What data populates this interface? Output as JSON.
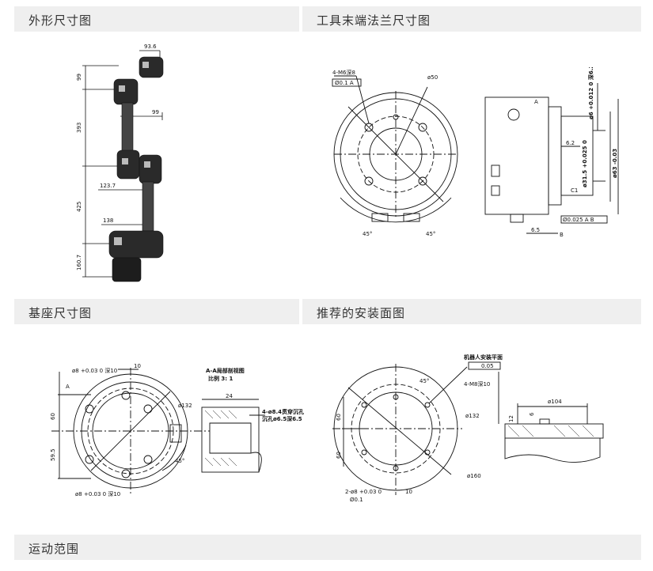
{
  "sections": {
    "outline": "外形尺寸图",
    "tool_flange": "工具末端法兰尺寸图",
    "base": "基座尺寸图",
    "mounting": "推荐的安装面图",
    "motion": "运动范围"
  },
  "outline_dims": {
    "d1": "93.6",
    "d2": "99",
    "d3": "393",
    "d4": "99",
    "d5": "123.7",
    "d6": "425",
    "d7": "138",
    "d8": "160.7"
  },
  "flange_dims": {
    "holes": "4-M6深8",
    "tol1": "Ø0.1 A",
    "pcd": "ø50",
    "angle1": "45°",
    "angle2": "45°",
    "d_top": "ø6 +0.012 0 深6.2",
    "d62": "6.2",
    "d31": "ø31.5 +0.025 0",
    "d63": "ø63 -0.03",
    "c1": "C1",
    "d65": "6.5",
    "tol2": "Ø0.025 A B",
    "a_mark": "A",
    "b_mark": "B"
  },
  "base_dims": {
    "top_holes": "ø8 +0.03 0 深10",
    "d10": "10",
    "d132": "ø132",
    "d60": "60",
    "d595": "59.5",
    "angle": "45°",
    "bot_holes": "ø8 +0.03 0 深10",
    "section_title": "A-A局部剖视图",
    "section_scale": "比例 3: 1",
    "d24": "24",
    "cb_note1": "4-ø8.4贯穿沉孔",
    "cb_note2": "沉孔ø6.5深6.5",
    "arrow_a": "A"
  },
  "mount_dims": {
    "top_note": "机器人安装平面",
    "flat": "0.05",
    "angle": "45°",
    "holes": "4-M8深10",
    "d132": "ø132",
    "d60a": "60",
    "d60b": "60",
    "d160": "ø160",
    "pins": "2-ø8 +0.03 0",
    "pos": "Ø0.1",
    "d10": "10",
    "d104": "ø104",
    "d6": "6",
    "d12": "12"
  }
}
